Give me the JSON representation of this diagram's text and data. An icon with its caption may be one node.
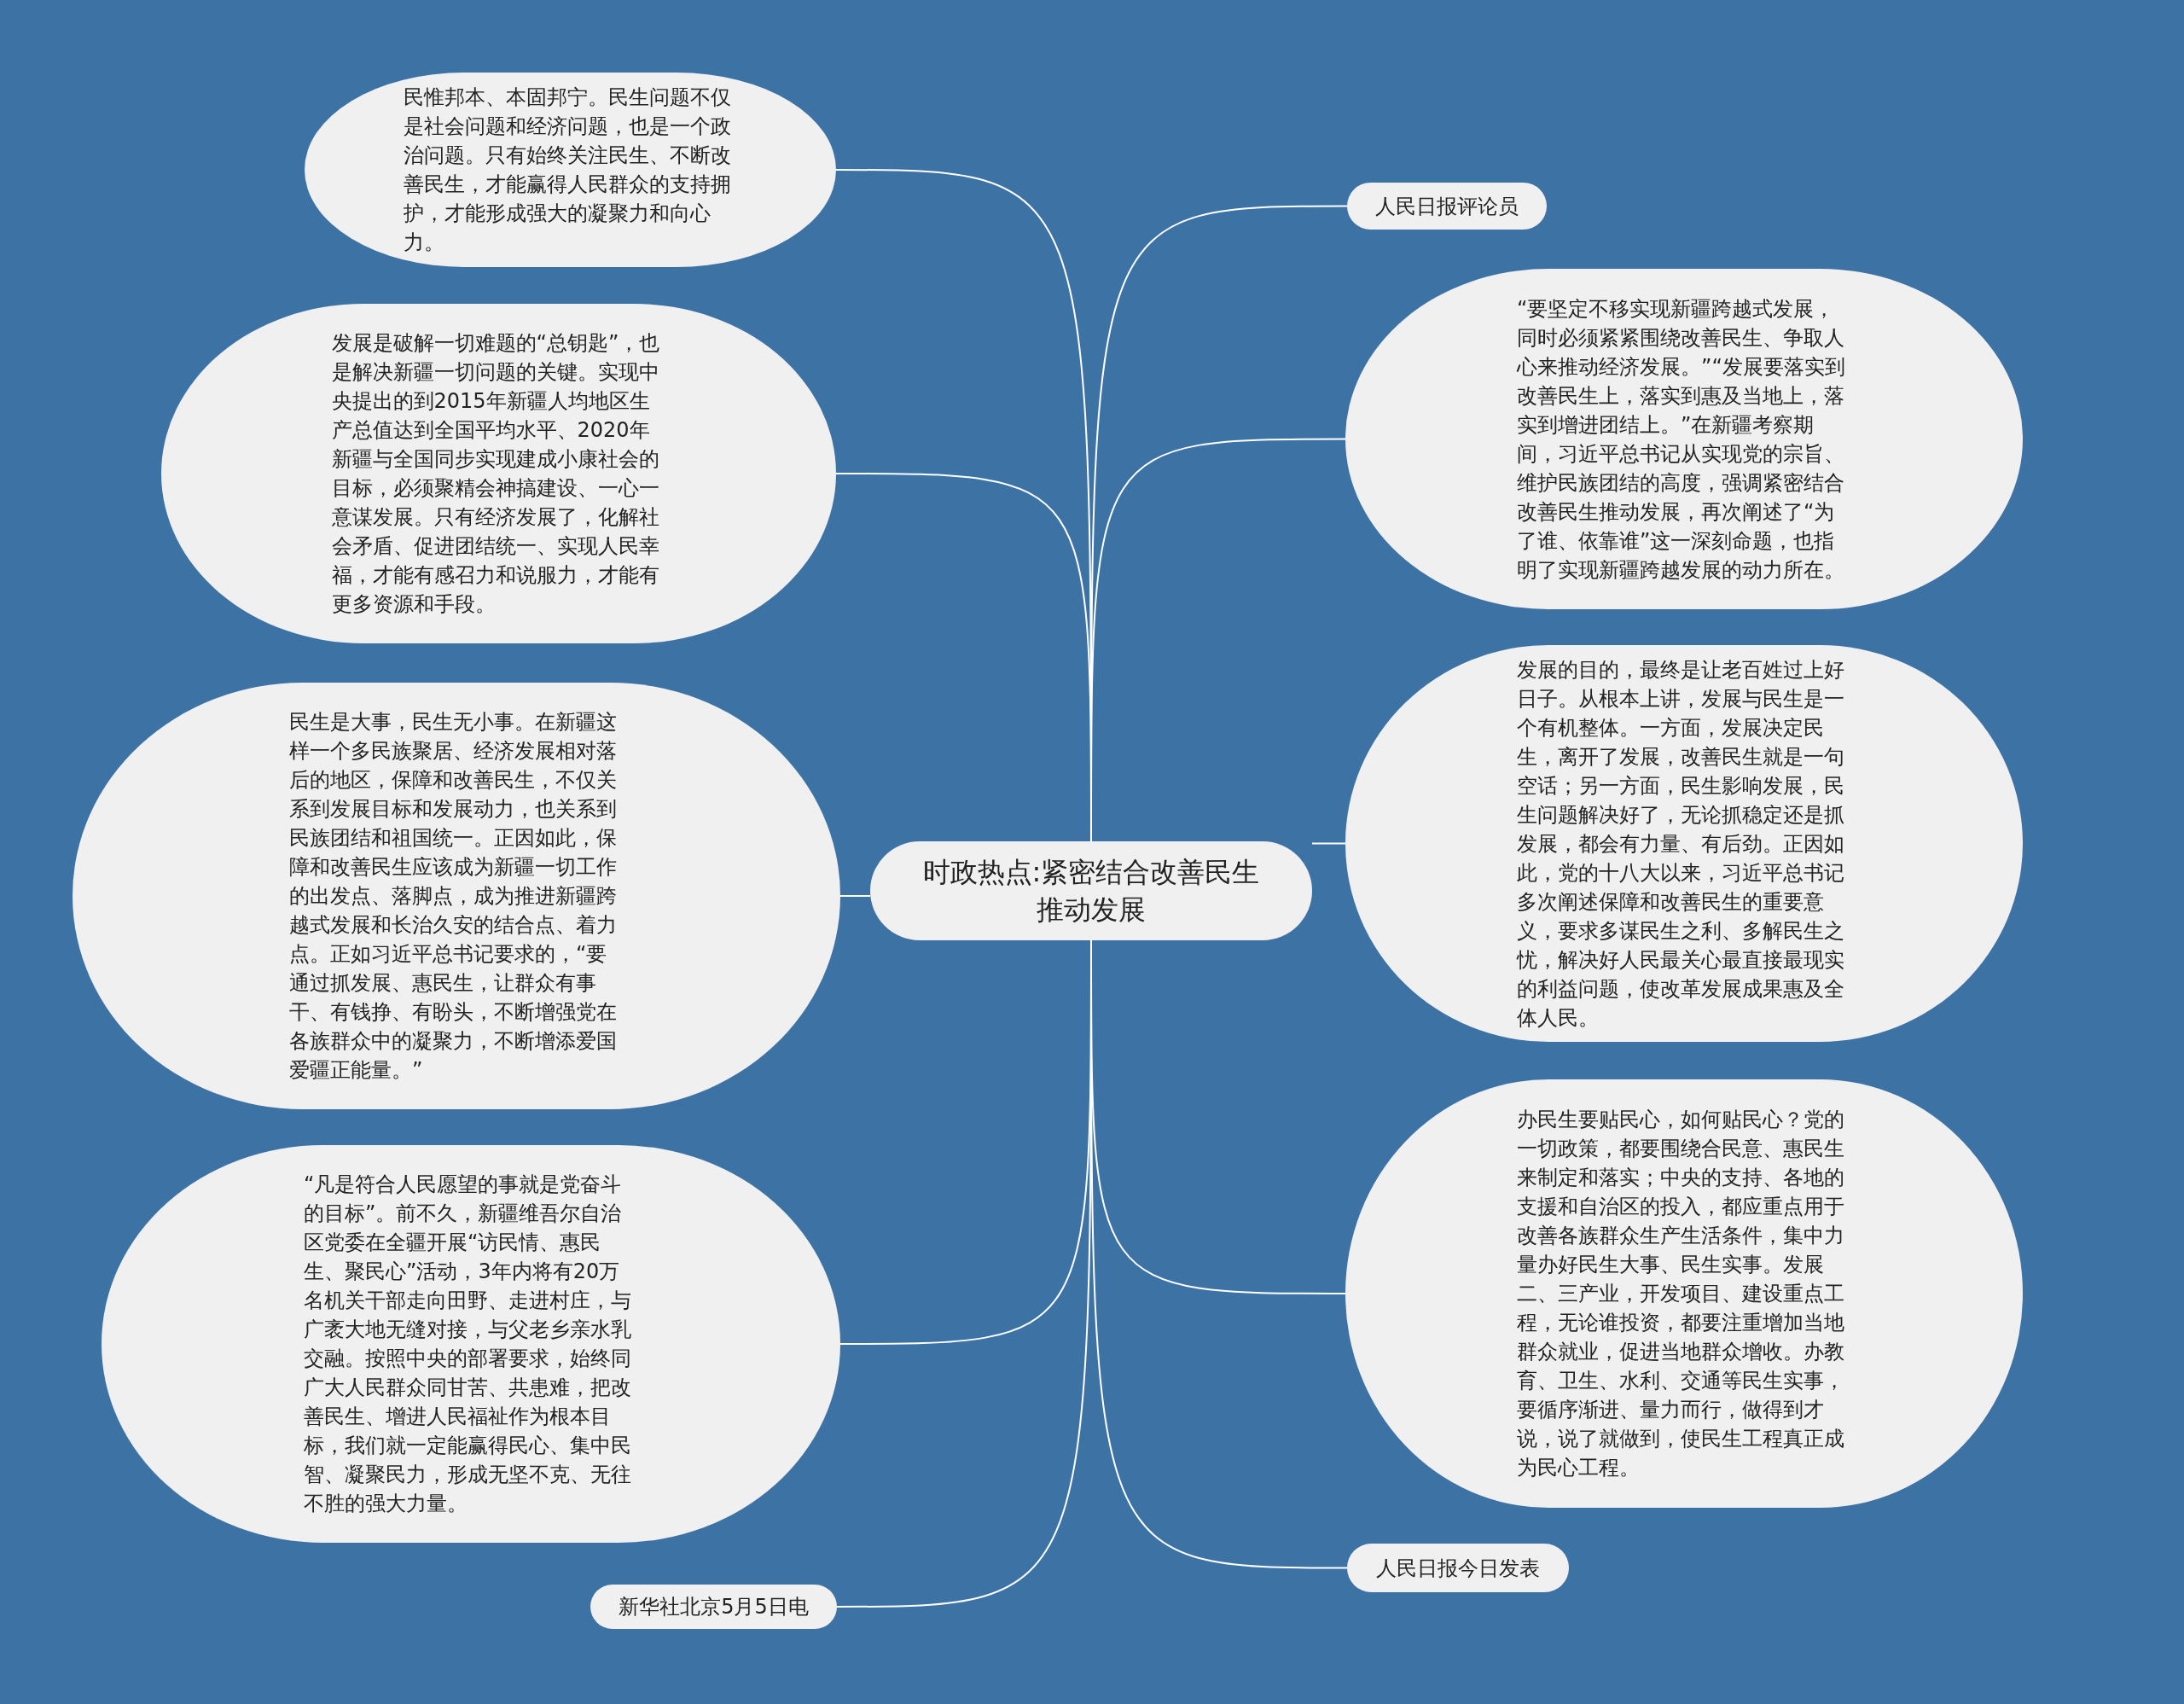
{
  "diagram": {
    "nodes": [
      {
        "text": [
          "时政热点:紧密结合改善民生推动发展"
        ]
      },
      {
        "text": [
          "民惟邦本、本固邦宁。民生问题不仅是社会问题和经济问题，也是一个政治问题。只有始终关注民生、不断改善民生，才能赢得人民群众的支持拥护，才能形成强大的凝聚力和向心力。"
        ]
      },
      {
        "text": [
          "发展是破解一切难题的“总钥匙”，也是解决新疆一切问题的关键。实现中央提出的到2015年新疆人均地区生产总值达到全国平均水平、2020年新疆与全国同步实现建成小康社会的目标，必须聚精会神搞建设、一心一意谋发展。只有经济发展了，化解社会矛盾、促进团结统一、实现人民幸福，才能有感召力和说服力，才能有更多资源和手段。"
        ]
      },
      {
        "text": [
          "民生是大事，民生无小事。在新疆这样一个多民族聚居、经济发展相对落后的地区，保障和改善民生，不仅关系到发展目标和发展动力，也关系到民族团结和祖国统一。正因如此，保障和改善民生应该成为新疆一切工作的出发点、落脚点，成为推进新疆跨越式发展和长治久安的结合点、着力点。正如习近平总书记要求的，“要通过抓发展、惠民生，让群众有事干、有钱挣、有盼头，不断增强党在各族群众中的凝聚力，不断增添爱国爱疆正能量。”"
        ]
      },
      {
        "text": [
          "“凡是符合人民愿望的事就是党奋斗的目标”。前不久，新疆维吾尔自治区党委在全疆开展“访民情、惠民生、聚民心”活动，3年内将有20万名机关干部走向田野、走进村庄，与广袤大地无缝对接，与父老乡亲水乳交融。按照中央的部署要求，始终同广大人民群众同甘苦、共患难，把改善民生、增进人民福祉作为根本目标，我们就一定能赢得民心、集中民智、凝聚民力，形成无坚不克、无往不胜的强大力量。"
        ]
      },
      {
        "text": [
          "新华社北京5月5日电"
        ]
      },
      {
        "text": [
          "人民日报评论员"
        ]
      },
      {
        "text": [
          "“要坚定不移实现新疆跨越式发展，同时必须紧紧围绕改善民生、争取人心来推动经济发展。”“发展要落实到改善民生上，落实到惠及当地上，落实到增进团结上。”在新疆考察期间，习近平总书记从实现党的宗旨、维护民族团结的高度，强调紧密结合改善民生推动发展，再次阐述了“为了谁、依靠谁”这一深刻命题，也指明了实现新疆跨越发展的动力所在。"
        ]
      },
      {
        "text": [
          "发展的目的，最终是让老百姓过上好日子。从根本上讲，发展与民生是一个有机整体。一方面，发展决定民生，离开了发展，改善民生就是一句空话；另一方面，民生影响发展，民生问题解决好了，无论抓稳定还是抓发展，都会有力量、有后劲。正因如此，党的十八大以来，习近平总书记多次阐述保障和改善民生的重要意义，要求多谋民生之利、多解民生之忧，解决好人民最关心最直接最现实的利益问题，使改革发展成果惠及全体人民。"
        ]
      },
      {
        "text": [
          "办民生要贴民心，如何贴民心？党的一切政策，都要围绕合民意、惠民生来制定和落实；中央的支持、各地的支援和自治区的投入，都应重点用于改善各族群众生产生活条件，集中力量办好民生大事、民生实事。发展二、三产业，开发项目、建设重点工程，无论谁投资，都要注重增加当地群众就业，促进当地群众增收。办教育、卫生、水利、交通等民生实事，要循序渐进、量力而行，做得到才说，说了就做到，使民生工程真正成为民心工程。"
        ]
      },
      {
        "text": [
          "人民日报今日发表"
        ]
      }
    ],
    "edges": [
      {
        "from": 0,
        "to": 1,
        "arrow": "none"
      },
      {
        "from": 0,
        "to": 2,
        "arrow": "none"
      },
      {
        "from": 0,
        "to": 3,
        "arrow": "none"
      },
      {
        "from": 0,
        "to": 4,
        "arrow": "none"
      },
      {
        "from": 0,
        "to": 5,
        "arrow": "none"
      },
      {
        "from": 0,
        "to": 6,
        "arrow": "none"
      },
      {
        "from": 0,
        "to": 7,
        "arrow": "none"
      },
      {
        "from": 0,
        "to": 8,
        "arrow": "none"
      },
      {
        "from": 0,
        "to": 9,
        "arrow": "none"
      },
      {
        "from": 0,
        "to": 10,
        "arrow": "none"
      }
    ]
  }
}
